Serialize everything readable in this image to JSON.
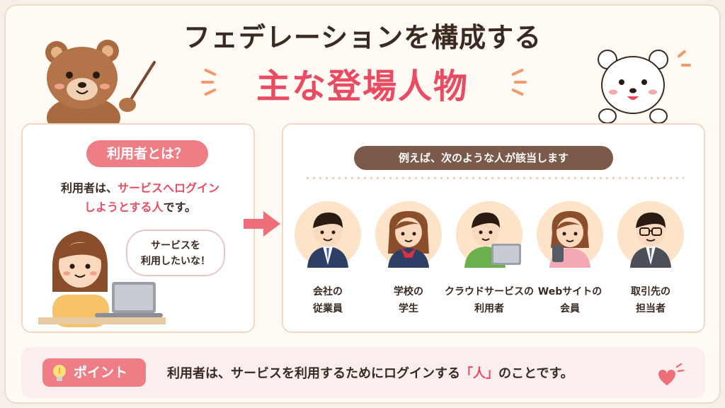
{
  "header": {
    "title_line1": "フェデレーションを構成する",
    "title_line2": "主な登場人物"
  },
  "definition": {
    "heading": "利用者とは？",
    "text_plain_1": "利用者は、",
    "text_highlight": "サービスへログイン",
    "text_highlight_2": "しようとする人",
    "text_plain_2": "です。",
    "speech_line1": "サービスを",
    "speech_line2": "利用したいな！"
  },
  "examples": {
    "heading": "例えば、次のような人が該当します",
    "people": [
      {
        "line1": "会社の",
        "line2": "従業員",
        "icon": "office-worker-icon"
      },
      {
        "line1": "学校の",
        "line2": "学生",
        "icon": "student-icon"
      },
      {
        "line1": "クラウドサービスの",
        "line2": "利用者",
        "icon": "laptop-user-icon"
      },
      {
        "line1": "Webサイトの",
        "line2": "会員",
        "icon": "smartphone-user-icon"
      },
      {
        "line1": "取引先の",
        "line2": "担当者",
        "icon": "business-partner-icon"
      }
    ]
  },
  "point": {
    "label": "ポイント",
    "text_before": "利用者は、サービスを利用するためにログインする",
    "text_highlight": "「人」",
    "text_after": "のことです。"
  },
  "colors": {
    "accent_pink": "#e94b62",
    "pill_pink": "#ee7d86",
    "pill_brown": "#7b5a4b",
    "background": "#fffaf4"
  }
}
